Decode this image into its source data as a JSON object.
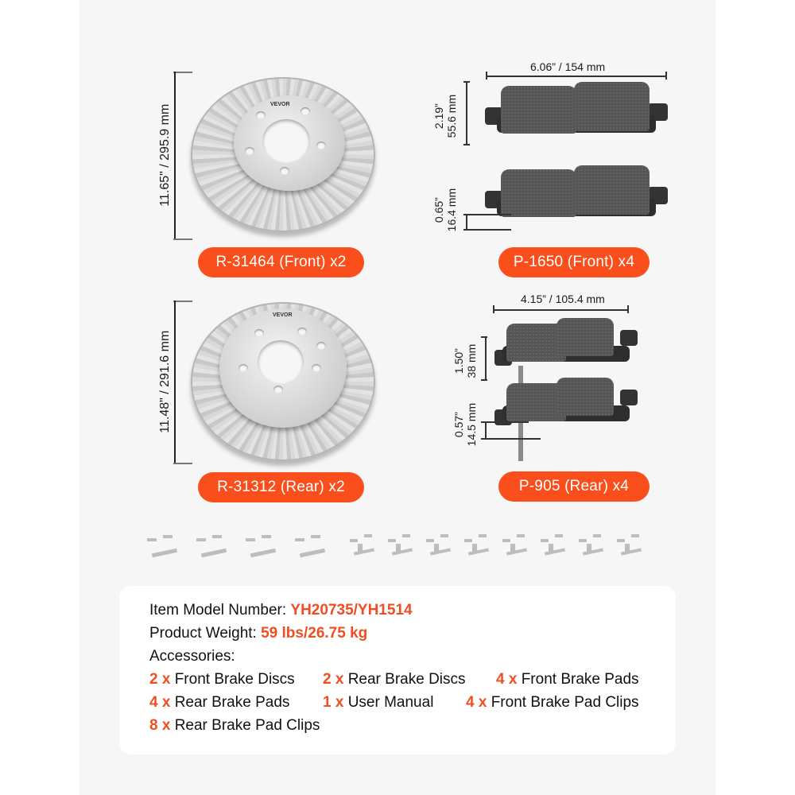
{
  "theme": {
    "accent": "#fa4f1c",
    "highlight_text": "#f04e22",
    "panel_bg": "#f6f6f6",
    "card_bg": "#ffffff"
  },
  "brand": "VEVOR",
  "front_rotor": {
    "label": "R-31464 (Front) x2",
    "dimension": "11.65\" / 295.9 mm"
  },
  "rear_rotor": {
    "label": "R-31312 (Rear) x2",
    "dimension": "11.48\" / 291.6 mm"
  },
  "front_pads": {
    "label": "P-1650 (Front) x4",
    "width": "6.06” / 154 mm",
    "height_in": "2.19”",
    "height_mm": "55.6 mm",
    "thickness_in": "0.65”",
    "thickness_mm": "16.4 mm"
  },
  "rear_pads": {
    "label": "P-905 (Rear) x4",
    "width": "4.15” / 105.4 mm",
    "height_in": "1.50”",
    "height_mm": "38 mm",
    "thickness_in": "0.57”",
    "thickness_mm": "14.5 mm"
  },
  "clips": {
    "front_count": 4,
    "rear_count": 8
  },
  "specs": {
    "model_label": "Item Model Number: ",
    "model_value": "YH20735/YH1514",
    "weight_label": "Product Weight: ",
    "weight_value": "59 lbs/26.75 kg",
    "accessories_label": "Accessories:",
    "accessories": [
      {
        "qty": "2 x",
        "name": " Front Brake Discs"
      },
      {
        "qty": "2 x",
        "name": " Rear Brake Discs"
      },
      {
        "qty": "4 x",
        "name": " Front Brake Pads"
      },
      {
        "qty": "4 x",
        "name": " Rear Brake Pads"
      },
      {
        "qty": "1 x",
        "name": " User Manual"
      },
      {
        "qty": "4 x",
        "name": " Front Brake Pad Clips"
      },
      {
        "qty": "8 x",
        "name": " Rear Brake Pad Clips"
      }
    ]
  }
}
